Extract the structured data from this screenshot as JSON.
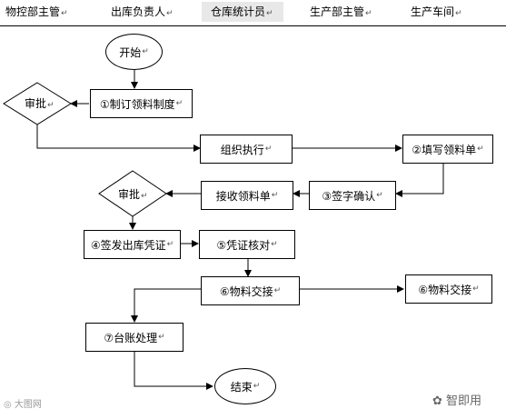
{
  "lanes": [
    "物控部主管",
    "出库负责人",
    "仓库统计员",
    "生产部主管",
    "生产车间"
  ],
  "nodes": {
    "start": "开始",
    "n1": "①制订领料制度",
    "approve1": "审批",
    "execute": "组织执行",
    "n2": "②填写领料单",
    "n3": "③签字确认",
    "receive": "接收领料单",
    "approve2": "审批",
    "n4": "④签发出库凭证",
    "n5": "⑤凭证核对",
    "n6a": "⑥物料交接",
    "n6b": "⑥物料交接",
    "n7": "⑦台账处理",
    "end": "结束"
  },
  "para_mark": "↵",
  "watermark_left": "大图网",
  "watermark_right": "智即用"
}
